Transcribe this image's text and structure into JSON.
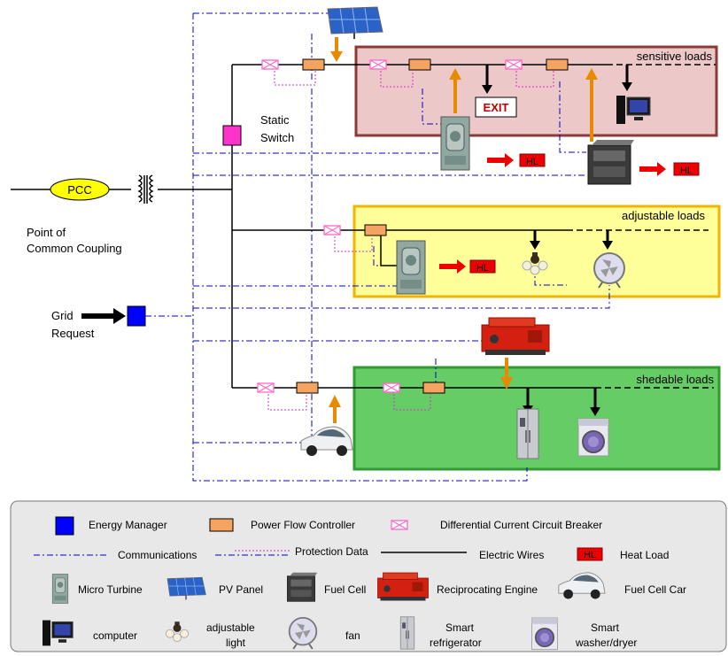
{
  "pcc": {
    "label": "PCC",
    "caption_line1": "Point of",
    "caption_line2": "Common Coupling"
  },
  "static_switch": {
    "line1": "Static",
    "line2": "Switch"
  },
  "grid_request": {
    "line1": "Grid",
    "line2": "Request"
  },
  "zones": {
    "sensitive": "sensitive loads",
    "adjustable": "adjustable loads",
    "shedable": "shedable loads"
  },
  "exit_label": "EXIT",
  "heat_load_badge": "HL",
  "colors": {
    "sensitive_fill": "#ecc8c8",
    "sensitive_border": "#8b3a3a",
    "adjustable_fill": "#ffff99",
    "adjustable_border": "#f2b400",
    "shedable_fill": "#66cc66",
    "shedable_border": "#339933",
    "energy_manager": "#0000ff",
    "power_flow_controller": "#f4a460",
    "static_switch": "#ff33cc",
    "breaker": "#ff66cc",
    "communications": "#0000cc",
    "protection": "#cc33cc",
    "heat_load": "#ee0000",
    "power_arrow": "#e88a00"
  },
  "legend": {
    "energy_manager": "Energy Manager",
    "power_flow_controller": "Power Flow Controller",
    "breaker": "Differential Current Circuit Breaker",
    "communications": "Communications",
    "protection_data": "Protection Data",
    "electric_wires": "Electric Wires",
    "heat_load": "Heat Load",
    "micro_turbine": "Micro Turbine",
    "pv_panel": "PV Panel",
    "fuel_cell": "Fuel Cell",
    "reciprocating_engine": "Reciprocating Engine",
    "fuel_cell_car": "Fuel Cell Car",
    "computer": "computer",
    "adjustable_light_1": "adjustable",
    "adjustable_light_2": "light",
    "fan": "fan",
    "smart_fridge_1": "Smart",
    "smart_fridge_2": "refrigerator",
    "smart_washer_1": "Smart",
    "smart_washer_2": "washer/dryer"
  }
}
